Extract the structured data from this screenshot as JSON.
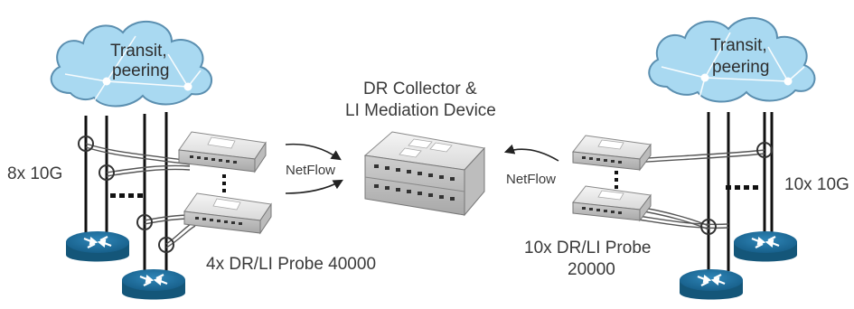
{
  "cloud_left": {
    "line1": "Transit,",
    "line2": "peering"
  },
  "cloud_right": {
    "line1": "Transit,",
    "line2": "peering"
  },
  "left_links": "8x 10G",
  "right_links": "10x 10G",
  "collector": {
    "line1": "DR Collector &",
    "line2": "LI Mediation Device"
  },
  "netflow_left": "NetFlow",
  "netflow_right": "NetFlow",
  "left_probes": "4x DR/LI Probe 40000",
  "right_probes": {
    "line1": "10x DR/LI Probe",
    "line2": "20000"
  },
  "colors": {
    "cloud_fill": "#a9d9f1",
    "cloud_stroke": "#5b8fb0",
    "router": "#1d6c9b",
    "text": "#3a3a3a"
  }
}
